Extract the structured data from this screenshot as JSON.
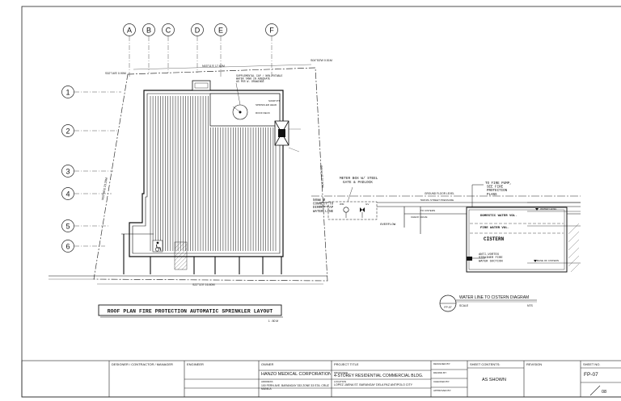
{
  "grid": {
    "letters": [
      "A",
      "B",
      "C",
      "D",
      "E",
      "F"
    ],
    "numbers": [
      "1",
      "2",
      "3",
      "4",
      "5",
      "6"
    ]
  },
  "plan": {
    "title": "ROOF PLAN FIRE PROTECTION AUTOMATIC SPRINKLER LAYOUT",
    "scale": "1 : 80 M",
    "boundary_north": "N03°11'E 17.62M",
    "boundary_south": "S22°11'E 16.80M",
    "boundary_west": "N02°56'E 23.29M",
    "boundary_east": "S05°11'E 22.50M",
    "corner_ne": "S04°53'W 0.51M",
    "corner_nw": "S32°16'E 0.90M",
    "note_tank": "SUPPLEMENTAL CAP / NON-POTABLE WATER TANK IN ADEQUATE AS PER W. DRAWINGS",
    "note_sprinkler": "SPRINKLER HEAD",
    "note_sump": "SUMP PIT",
    "note_roof": "ROOF DECK"
  },
  "diagram": {
    "title": "WATER LINE TO CISTERN DIAGRAM",
    "ref": "FP-07",
    "scale_label": "SCALE",
    "scale_value": "NTS",
    "meter_note": "METER BOX W/ STEEL GATE & PADLOCK",
    "connect_note": "50mm Ø FIRE CONNECT TO DIRECT TAP WATER LINE",
    "fire_pump_note": "TO FIRE PUMP, SEE FIRE PROTECTION PLANS",
    "ground_floor": "GROUND FLOOR LEVEL",
    "street_pressure": "50Ø Ø/L STREET PRESSURE",
    "cistern": "CISTERN",
    "domestic_vol": "DOMESTIC WATER VOL.",
    "fire_vol": "FIRE WATER VOL.",
    "anti_vortex": "ANTI-VORTEX STRAINER FIRE WATER SUCTION",
    "water_level": "WATER LEVEL",
    "base_cistern": "BASE OF CISTERN",
    "overflow": "OVERFLOW",
    "valve_wm": "WM",
    "valve_gv": "GV",
    "check": "CHECK VALVE",
    "to_cistern": "TO CISTERN"
  },
  "title_block": {
    "designer_label": "DESIGNER / CONTRACTOR / MANAGER",
    "engineer_label": "ENGINEER",
    "owner_label": "OWNER",
    "owner_name": "HANZO MEDICAL CORPORATION",
    "owner_address_label": "ADDRESS",
    "owner_address": "100 FERN AVE. BARANGAY 333 ZONE 33 STA. CRUZ MANILA",
    "project_title_label": "PROJECT TITLE",
    "project_sub_label": "PROPOSED",
    "project_title": "4-STOREY RESIDENTIAL COMMERCIAL BLDG.",
    "location_label": "LOCATION",
    "location": "LOPEZ JAENA ST. BARANGAY DELA PAZ ANTIPOLO CITY",
    "designed_by": "DESIGNED BY:",
    "drawn_by": "DRAWN BY:",
    "checked_by": "CHECKED BY:",
    "approved_by": "APPROVED BY:",
    "sheet_contents_label": "SHEET CONTENTS:",
    "sheet_contents": "AS SHOWN",
    "revision_label": "REVISION",
    "sheet_no_label": "SHEET NO.",
    "sheet_no": "FP-07",
    "sheet_total": "08"
  }
}
